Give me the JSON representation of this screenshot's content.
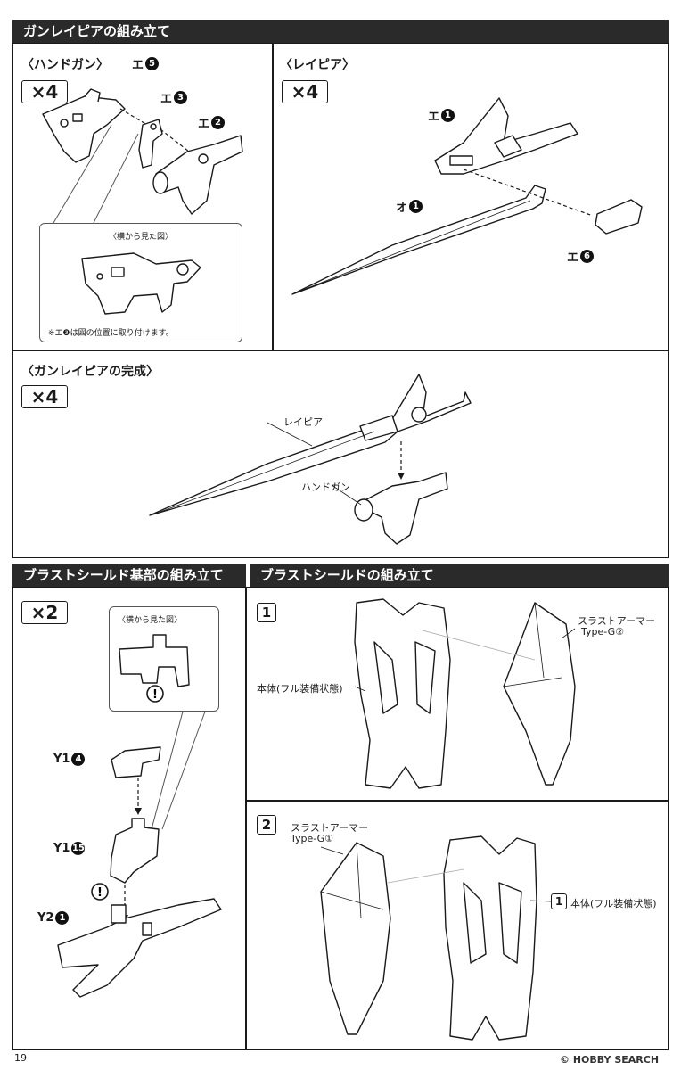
{
  "sections": {
    "assembly_title": "ガンレイピアの組み立て",
    "handgun_title": "〈ハンドガン〉",
    "rapier_title": "〈レイピア〉",
    "complete_title": "〈ガンレイピアの完成〉",
    "base_title": "ブラストシールド基部の組み立て",
    "shield_title": "ブラストシールドの組み立て"
  },
  "multipliers": {
    "handgun": "×4",
    "rapier": "×4",
    "complete": "×4",
    "base": "×2"
  },
  "parts": {
    "e5_letter": "エ",
    "e5_num": "5",
    "e3_letter": "エ",
    "e3_num": "3",
    "e2_letter": "エ",
    "e2_num": "2",
    "e1_letter": "エ",
    "e1_num": "1",
    "o1_letter": "オ",
    "o1_num": "1",
    "e6_letter": "エ",
    "e6_num": "6",
    "y14_letter": "Y1",
    "y14_num": "4",
    "y115_letter": "Y1",
    "y115_num": "15",
    "y21_letter": "Y2",
    "y21_num": "1"
  },
  "handgun_inset": {
    "caption": "〈横から見た図〉",
    "note": "※エ❸は図の位置に取り付けます。"
  },
  "base_inset": {
    "caption": "〈横から見た図〉"
  },
  "complete_labels": {
    "rapier": "レイピア",
    "handgun": "ハンドガン"
  },
  "step1": {
    "number": "1",
    "body_label": "本体(フル装備状態)",
    "armor_label_1": "スラストアーマー",
    "armor_label_2": "Type-G②"
  },
  "step2": {
    "number": "2",
    "armor_label_1": "スラストアーマー",
    "armor_label_2": "Type-G①",
    "ref_step": "1",
    "body_label": "本体(フル装備状態)"
  },
  "footer": {
    "page_number": "19",
    "watermark": "© HOBBY SEARCH"
  }
}
